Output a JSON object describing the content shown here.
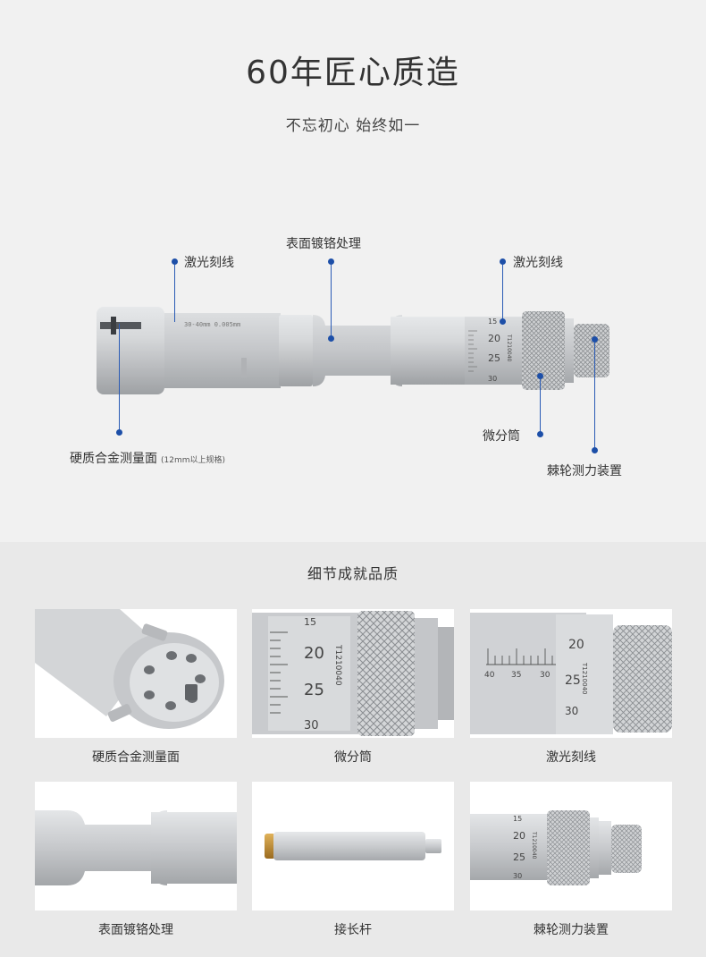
{
  "header": {
    "title": "60年匠心质造",
    "subtitle": "不忘初心 始终如一"
  },
  "product": {
    "engraving": "30-40mm 0.005mm",
    "thimble_numbers": [
      "15",
      "20",
      "25",
      "30"
    ],
    "serial": "T1210040"
  },
  "callouts": {
    "laser_left": "激光刻线",
    "chrome": "表面镀铬处理",
    "laser_right": "激光刻线",
    "thimble": "微分筒",
    "ratchet": "棘轮测力装置",
    "carbide": "硬质合金测量面",
    "carbide_note": "(12mm以上规格)"
  },
  "details": {
    "title": "细节成就品质",
    "items": [
      {
        "label": "硬质合金测量面"
      },
      {
        "label": "微分筒"
      },
      {
        "label": "激光刻线"
      },
      {
        "label": "表面镀铬处理"
      },
      {
        "label": "接长杆"
      },
      {
        "label": "棘轮测力装置"
      }
    ],
    "scale_numbers": [
      "40",
      "35",
      "30"
    ]
  },
  "colors": {
    "accent": "#1d4fa8",
    "background_top": "#f1f1f1",
    "background_bottom": "#e9e9e9",
    "metal": "#c9cbcd"
  }
}
